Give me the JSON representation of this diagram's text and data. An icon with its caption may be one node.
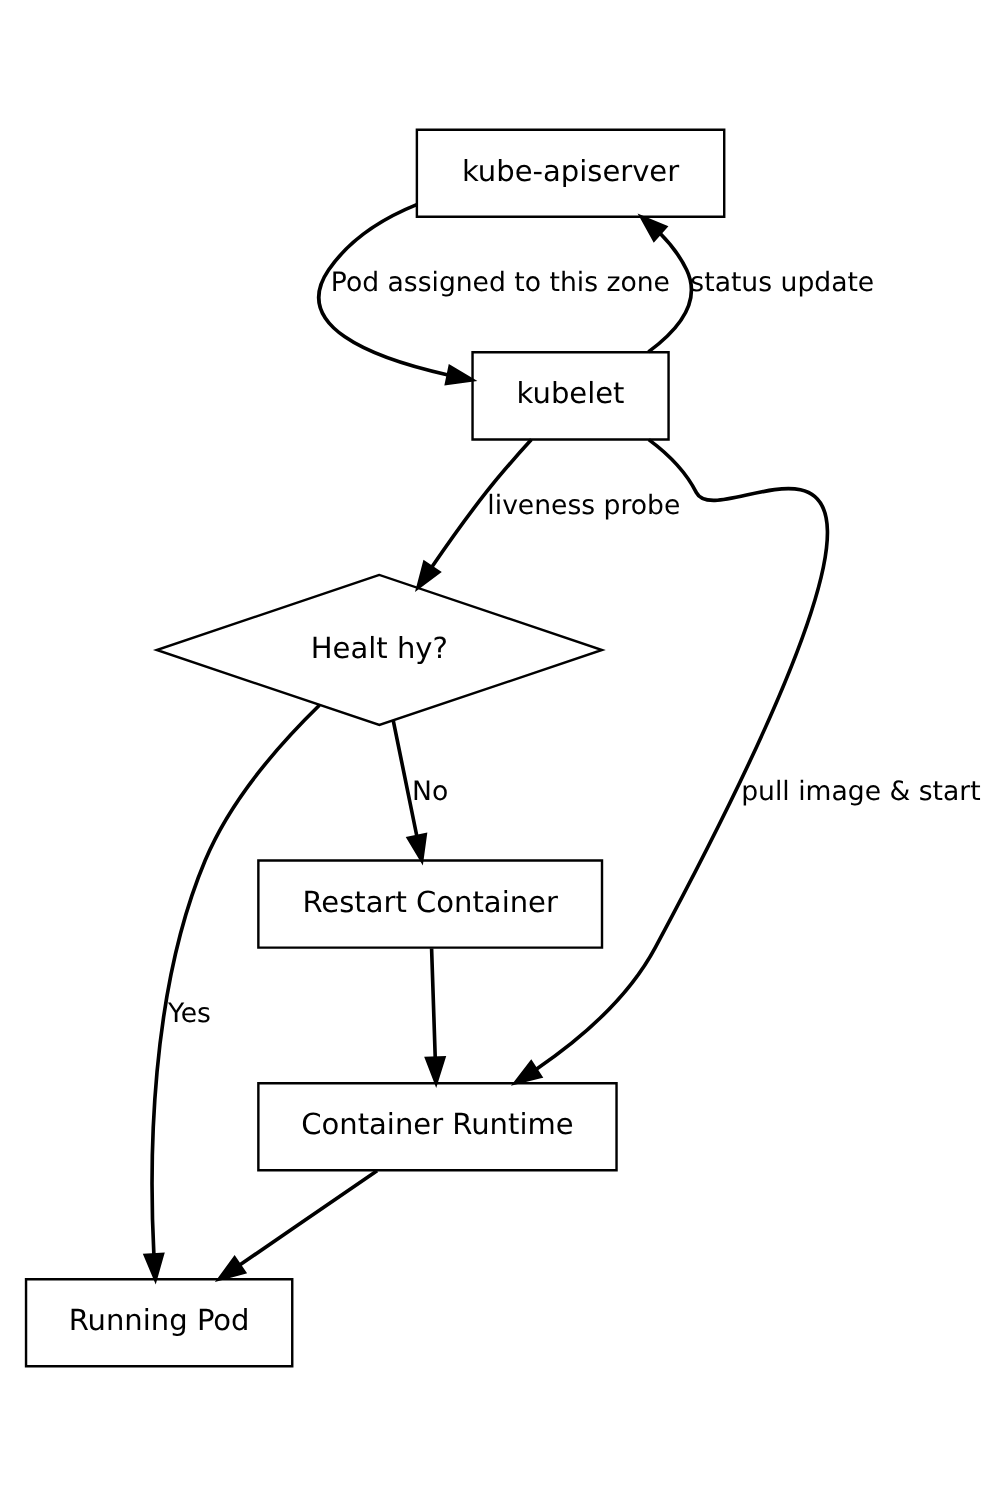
{
  "diagram": {
    "nodes": [
      {
        "text": [
          "kube-apiserver"
        ]
      },
      {
        "text": [
          "kubelet"
        ]
      },
      {
        "text": [
          "Healt hy?"
        ]
      },
      {
        "text": [
          "Restart Container"
        ]
      },
      {
        "text": [
          "Container Runtime"
        ]
      },
      {
        "text": [
          "Running Pod"
        ]
      }
    ],
    "edges": [
      {
        "from": 0,
        "to": 1,
        "arrow": "to",
        "label": "Pod assigned to this zone"
      },
      {
        "from": 1,
        "to": 0,
        "arrow": "to",
        "label": "status update"
      },
      {
        "from": 1,
        "to": 2,
        "arrow": "to",
        "label": "liveness probe"
      },
      {
        "from": 1,
        "to": 4,
        "arrow": "to",
        "label": "pull image & start"
      },
      {
        "from": 2,
        "to": 3,
        "arrow": "to",
        "label": "No"
      },
      {
        "from": 2,
        "to": 5,
        "arrow": "to",
        "label": "Yes"
      },
      {
        "from": 3,
        "to": 4,
        "arrow": "to"
      },
      {
        "from": 4,
        "to": 5,
        "arrow": "to"
      }
    ]
  }
}
